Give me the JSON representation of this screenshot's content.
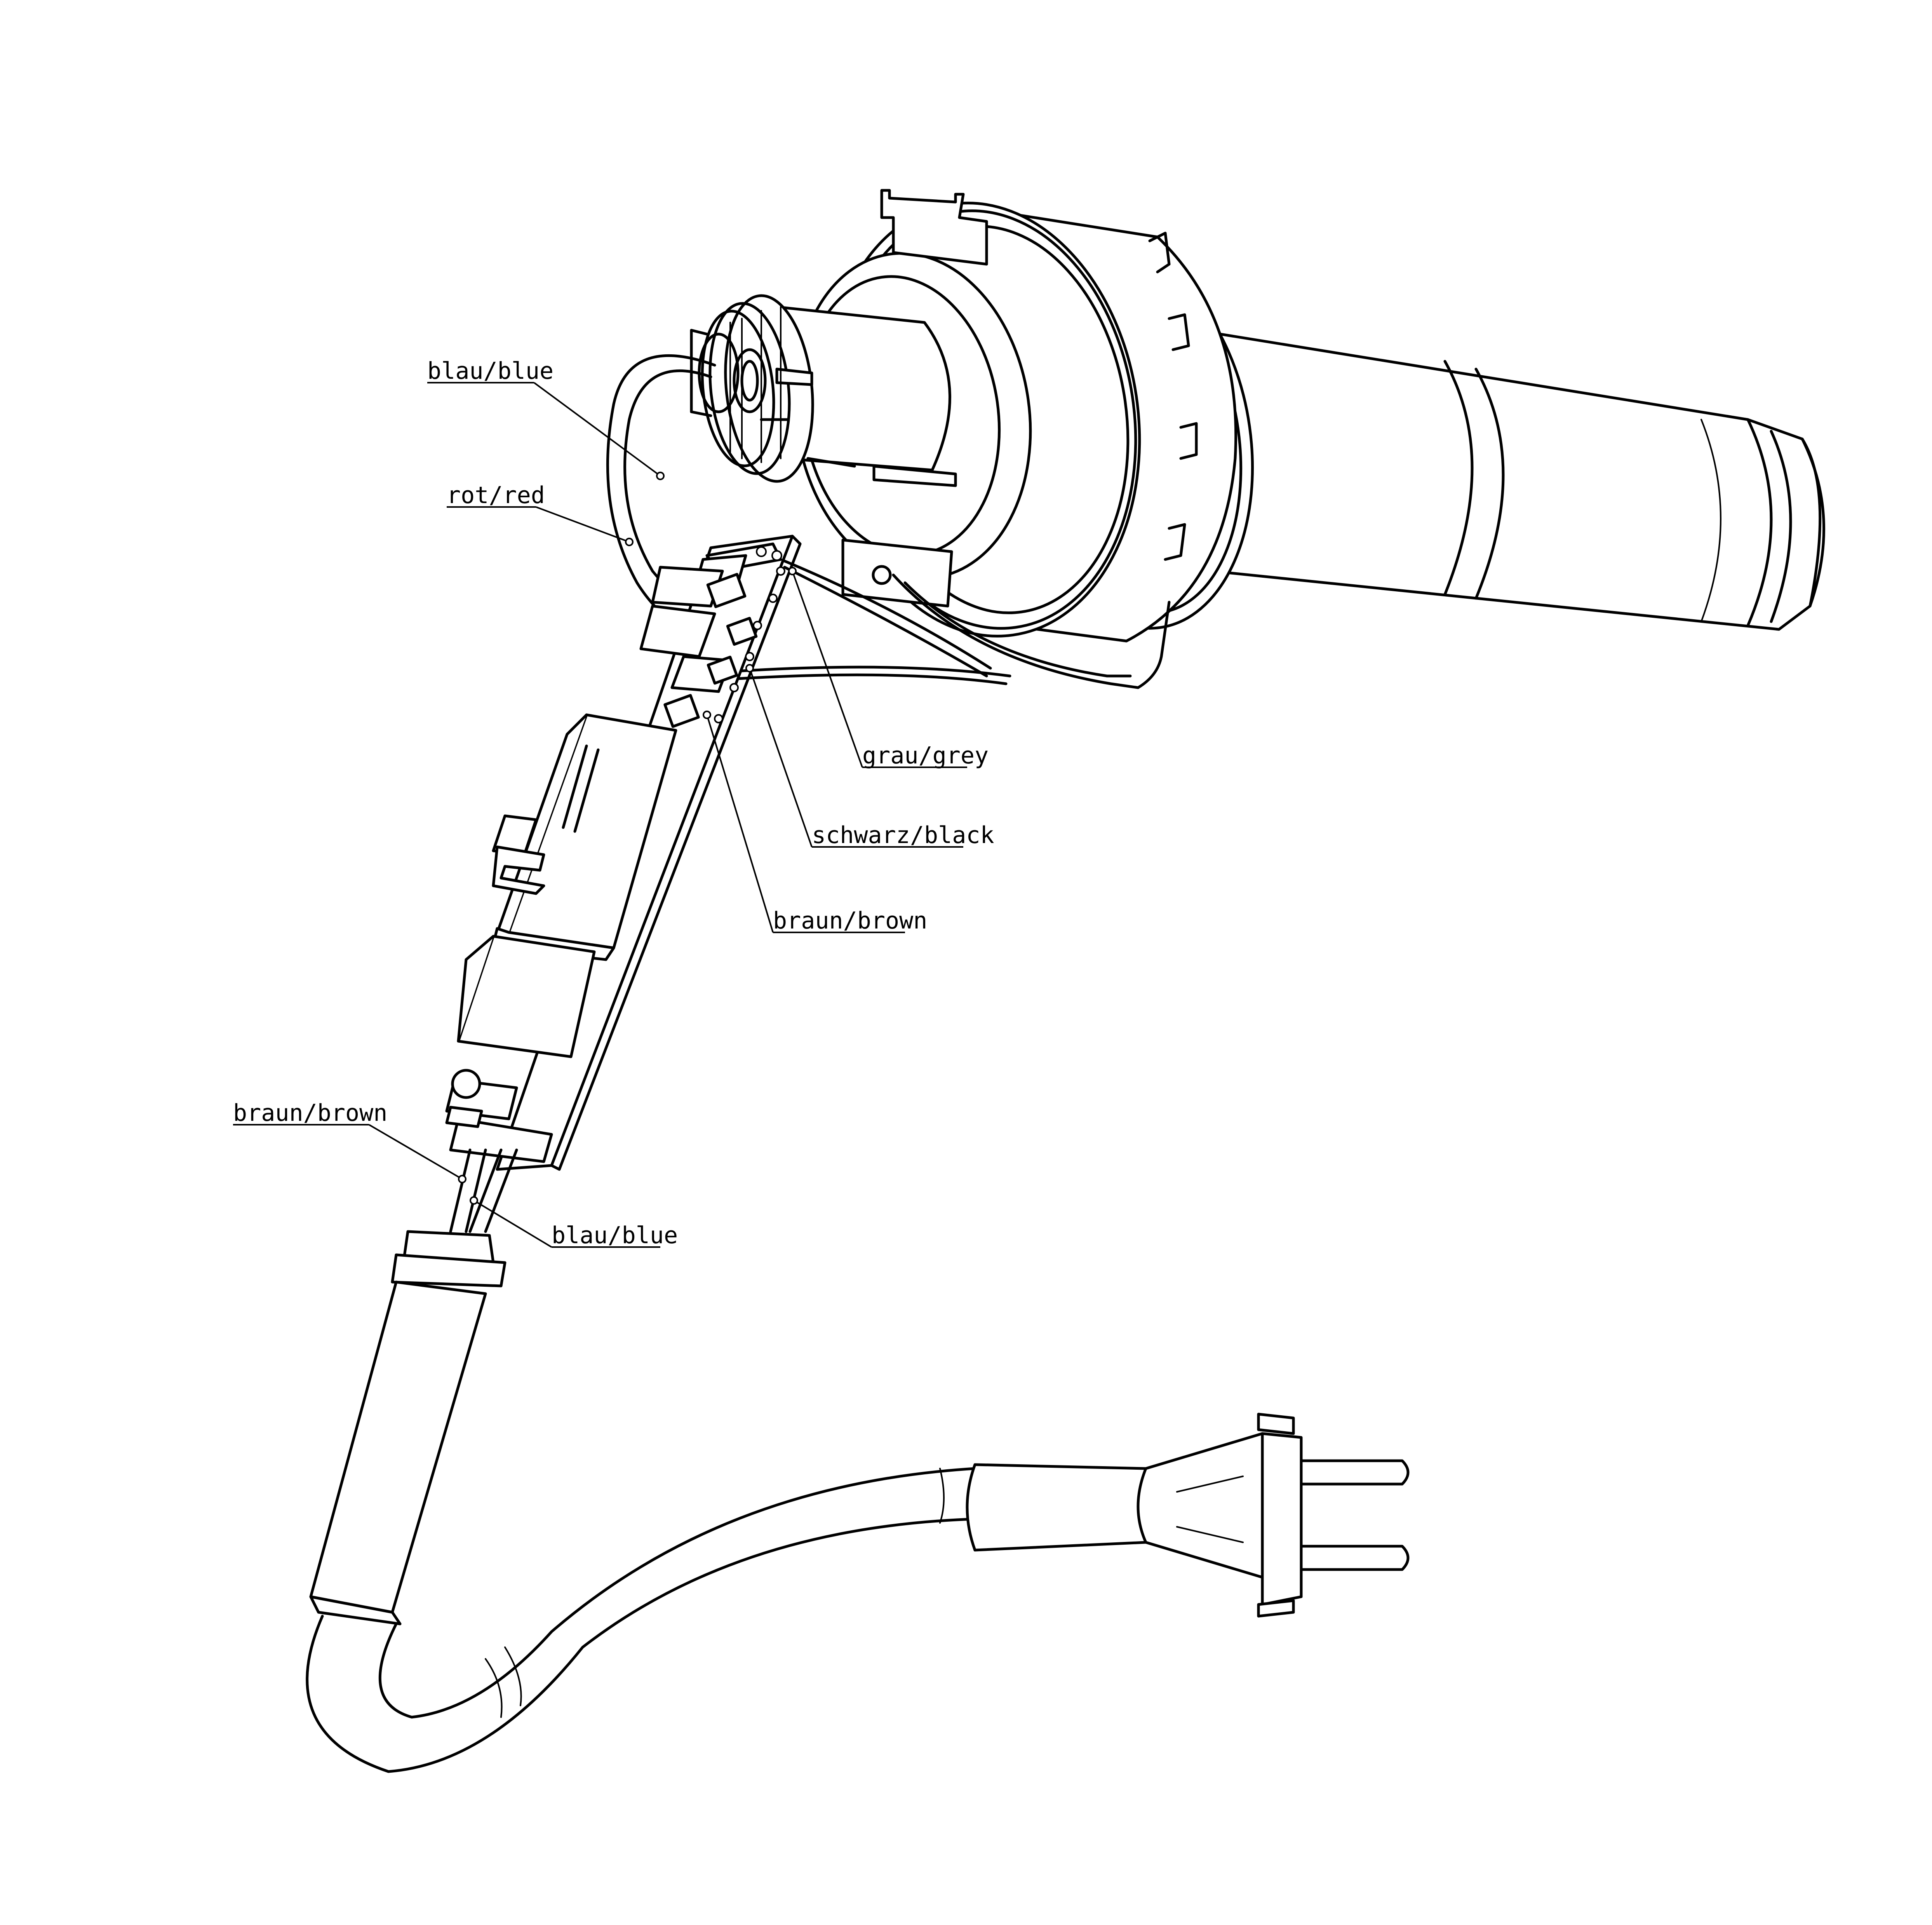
{
  "labels": {
    "motor_blue": "blau/blue",
    "motor_red": "rot/red",
    "switch_grey": "grau/grey",
    "switch_black": "schwarz/black",
    "switch_brown": "braun/brown",
    "cable_brown": "braun/brown",
    "cable_blue": "blau/blue"
  },
  "colors": {
    "line": "#000000",
    "background": "#ffffff"
  }
}
